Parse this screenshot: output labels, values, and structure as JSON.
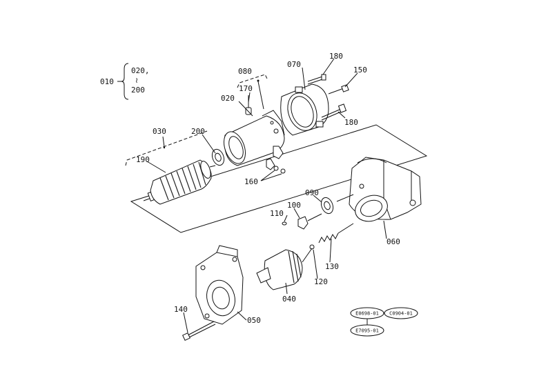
{
  "diagram": {
    "callouts": {
      "c010": "010",
      "c020_range_top": "020,",
      "c_tilde": "≀",
      "c200_range_bottom": "200",
      "c080": "080",
      "c170": "170",
      "c070": "070",
      "c180_top": "180",
      "c150": "150",
      "c020": "020",
      "c180_bottom": "180",
      "c030": "030",
      "c200": "200",
      "c190": "190",
      "c160": "160",
      "c090": "090",
      "c100": "100",
      "c110": "110",
      "c060": "060",
      "c130": "130",
      "c120": "120",
      "c040": "040",
      "c140": "140",
      "c050": "050"
    },
    "codes": {
      "code1": "E0698-01",
      "code2": "C0904-01",
      "code3": "E7095-01"
    }
  }
}
